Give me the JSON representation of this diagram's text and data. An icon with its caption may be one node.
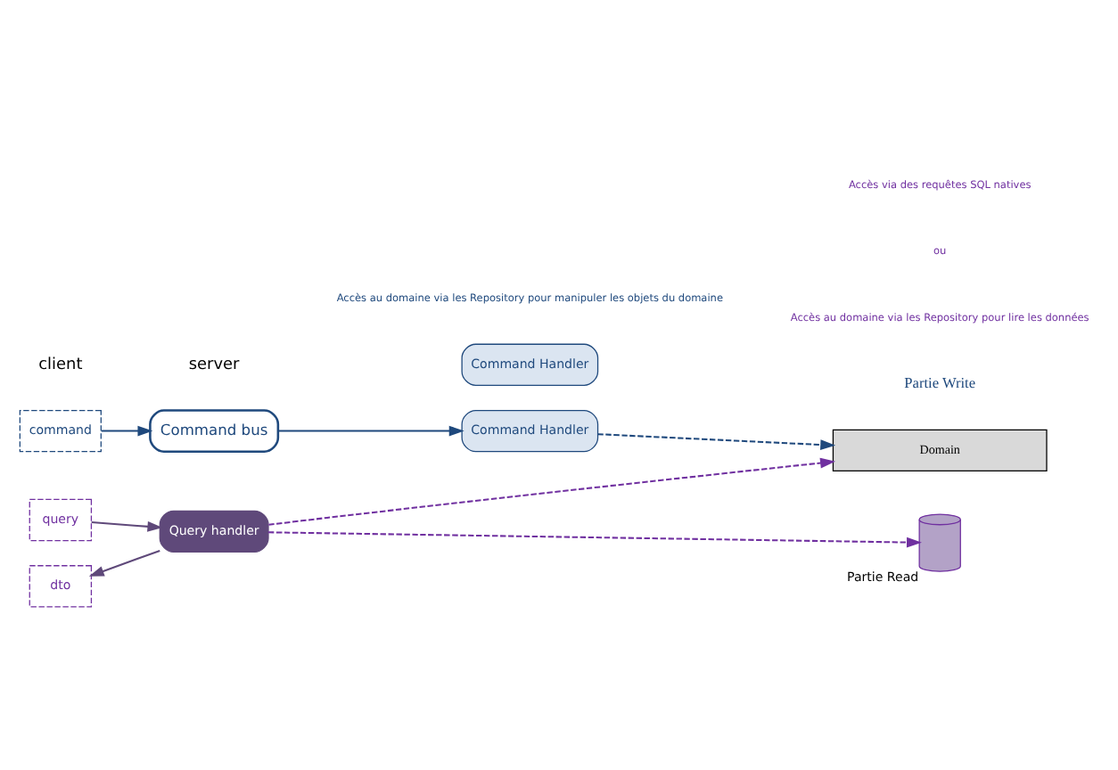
{
  "diagram": {
    "nodes": [
      {
        "text": [
          "command"
        ]
      },
      {
        "text": [
          "Command bus"
        ]
      },
      {
        "text": [
          "Command Handler"
        ]
      },
      {
        "text": [
          "Command Handler"
        ]
      },
      {
        "text": [
          "Domain"
        ]
      },
      {
        "text": [
          "query"
        ]
      },
      {
        "text": [
          "dto"
        ]
      },
      {
        "text": [
          "Query handler"
        ]
      },
      {
        "text": [],
        "shape": "cylinder",
        "beside": [
          "Partie Read"
        ]
      }
    ],
    "edges": [
      {
        "from": 0,
        "to": 1,
        "arrow": "to"
      },
      {
        "from": 1,
        "to": 3,
        "arrow": "to"
      },
      {
        "from": 3,
        "to": 4,
        "arrow": "to",
        "style": "dashed"
      },
      {
        "from": 5,
        "to": 7,
        "arrow": "to",
        "color": "#5f497a"
      },
      {
        "from": 7,
        "to": 6,
        "arrow": "to",
        "color": "#5f497a"
      },
      {
        "from": 7,
        "to": 4,
        "arrow": "to",
        "style": "dashed",
        "color": "#7030a0"
      },
      {
        "from": 7,
        "to": 8,
        "arrow": "to",
        "style": "dashed",
        "color": "#7030a0"
      }
    ],
    "labels": [
      "client",
      "server",
      "Partie Write",
      "Accès au domaine via les Repository pour manipuler les objets du domaine",
      "Accès au domaine via les Repository pour lire les données",
      "ou",
      "Accès via des requêtes SQL natives"
    ]
  }
}
